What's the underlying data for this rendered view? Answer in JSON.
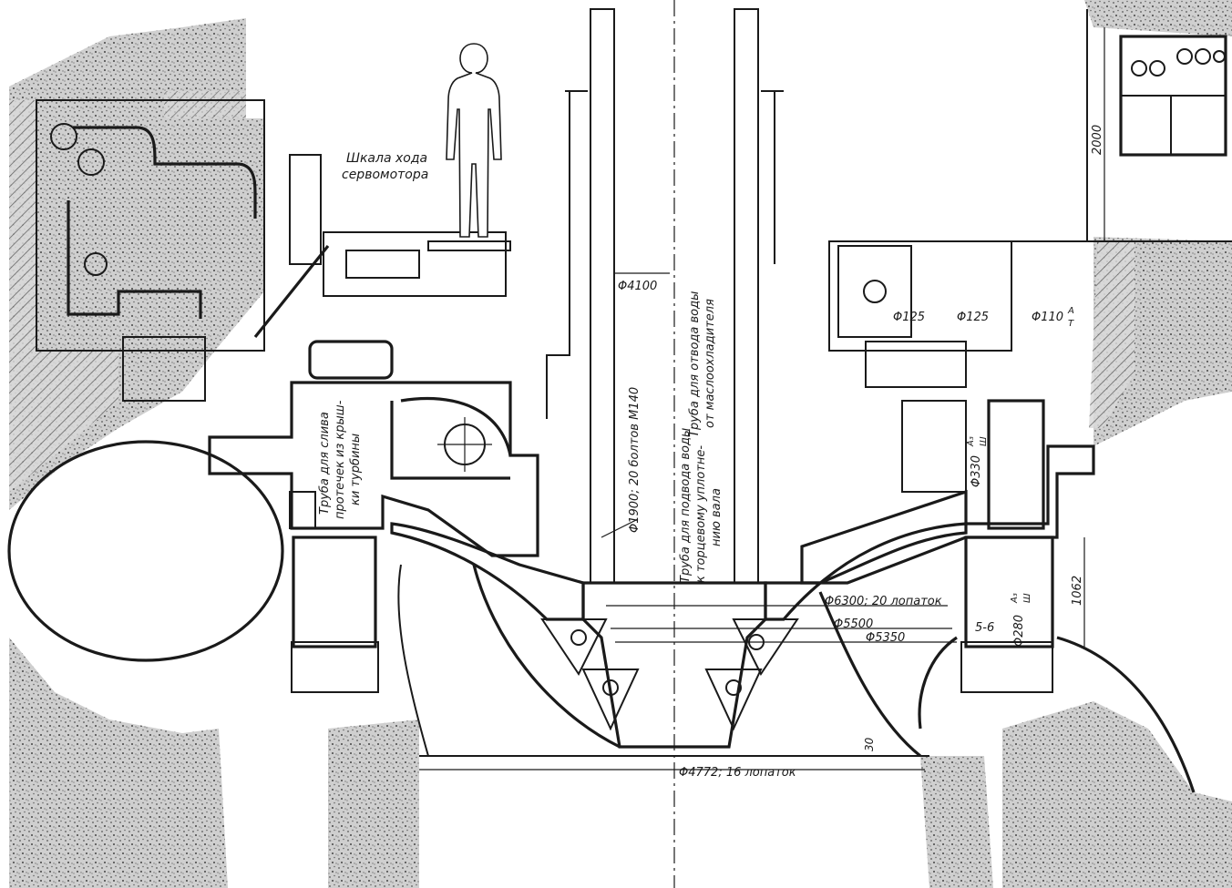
{
  "labels": {
    "servomotor_scale": [
      "Шкала хода",
      "сервомотора"
    ],
    "dia_4100": "Φ4100",
    "bolts": "Φ1900; 20 болтов М140",
    "pipe_out": [
      "Труба для отвода воды",
      "от маслоохладителя"
    ],
    "pipe_in": [
      "Труба для подвода воды",
      "к торцевому уплотне-",
      "нию вала"
    ],
    "drain": [
      "Труба для слива",
      "протечек из крыш-",
      "ки турбины"
    ],
    "d125a": "Φ125",
    "d125b": "Φ125",
    "d110": "Φ110",
    "fit_a": "A",
    "fit_t": "T",
    "d330": "Φ330",
    "fit_a3": "A₃",
    "fit_sh": "Ш",
    "dim_2000": "2000",
    "d6300": "Φ6300; 20 лопаток",
    "d5500": "Φ5500",
    "d5350": "Φ5350",
    "gap": "5-6",
    "d280": "Φ280",
    "fit_a3b": "A₃",
    "fit_shb": "Ш",
    "dim_1062": "1062",
    "dim_30": "30",
    "d4772": "Φ4772; 16 лопаток"
  }
}
